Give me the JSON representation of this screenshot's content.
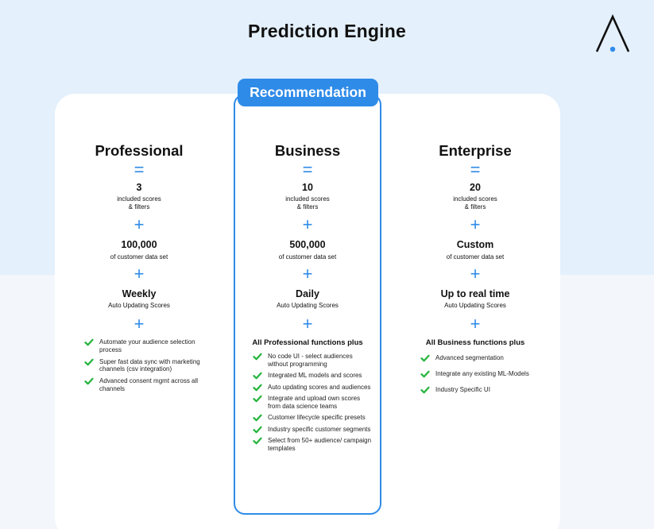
{
  "header": {
    "title": "Prediction Engine",
    "logo": "arrow-a-logo"
  },
  "badge": {
    "label": "Recommendation"
  },
  "colors": {
    "accent": "#2f8be8",
    "check": "#22b33a",
    "bg_top": "#e4f0fc",
    "card": "#ffffff"
  },
  "plans": [
    {
      "name": "Professional",
      "scores": "3",
      "scores_sub": "included scores\n& filters",
      "data_set": "100,000",
      "data_set_sub": "of customer data set",
      "updates": "Weekly",
      "updates_sub": "Auto Updating Scores",
      "features_intro": "",
      "features": [
        "Automate your audience selection process",
        "Super fast data sync with marketing channels (csv integration)",
        "Advanced consent mgmt across all channels"
      ]
    },
    {
      "name": "Business",
      "scores": "10",
      "scores_sub": "included scores\n& filters",
      "data_set": "500,000",
      "data_set_sub": "of customer data set",
      "updates": "Daily",
      "updates_sub": "Auto Updating Scores",
      "features_intro": "All Professional functions plus",
      "features": [
        "No code UI - select audiences without programming",
        "Integrated ML models and scores",
        "Auto updating scores and audiences",
        "Integrate and upload own scores from data science teams",
        "Customer lifecycle specific presets",
        "Industry specific customer segments",
        "Select from 50+ audience/ campaign templates"
      ]
    },
    {
      "name": "Enterprise",
      "scores": "20",
      "scores_sub": "included scores\n& filters",
      "data_set": "Custom",
      "data_set_sub": "of customer data set",
      "updates": "Up to real time",
      "updates_sub": "Auto Updating Scores",
      "features_intro": "All Business functions plus",
      "features": [
        "Advanced segmentation",
        "Integrate any existing ML-Models",
        "Industry Specific UI"
      ]
    }
  ],
  "operators": {
    "equals": "=",
    "plus": "+"
  }
}
